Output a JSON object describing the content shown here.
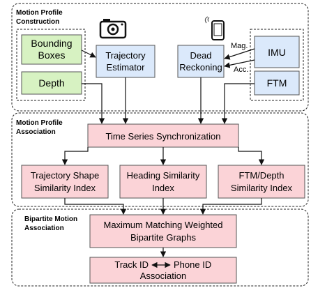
{
  "sections": {
    "construction": {
      "line1": "Motion Profile",
      "line2": "Construction"
    },
    "association": {
      "line1": "Motion Profile",
      "line2": "Association"
    },
    "bipartite": {
      "line1": "Bipartite Motion",
      "line2": "Association"
    }
  },
  "boxes": {
    "bounding_boxes": {
      "line1": "Bounding",
      "line2": "Boxes"
    },
    "depth": {
      "line1": "Depth"
    },
    "trajectory_estimator": {
      "line1": "Trajectory",
      "line2": "Estimator"
    },
    "dead_reckoning": {
      "line1": "Dead",
      "line2": "Reckoning"
    },
    "imu": {
      "line1": "IMU"
    },
    "ftm": {
      "line1": "FTM"
    },
    "time_series_sync": {
      "line1": "Time Series Synchronization"
    },
    "trajectory_shape": {
      "line1": "Trajectory Shape",
      "line2": "Similarity Index"
    },
    "heading_similarity": {
      "line1": "Heading Similarity",
      "line2": "Index"
    },
    "ftm_depth_similarity": {
      "line1": "FTM/Depth",
      "line2": "Similarity Index"
    },
    "max_matching": {
      "line1": "Maximum Matching Weighted",
      "line2": "Bipartite Graphs"
    },
    "track_phone": {
      "line1a": "Track ID",
      "line1b": "Phone ID",
      "line2": "Association"
    }
  },
  "edge_labels": {
    "mag": "Mag.",
    "acc": "Acc."
  },
  "icons": [
    "camera-icon",
    "smartphone-icon"
  ],
  "colors": {
    "green_fill": "#d7f2c2",
    "blue_fill": "#dbe9fb",
    "pink_fill": "#fbd3d7"
  }
}
